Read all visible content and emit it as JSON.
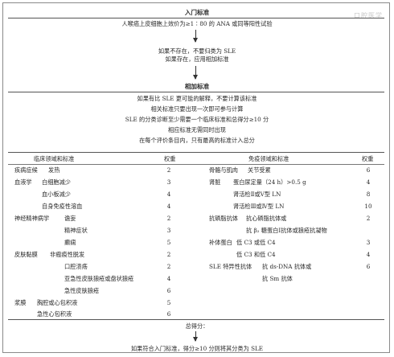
{
  "watermark": "口腔医学",
  "entry": {
    "title": "入门标准",
    "line1": "人喉癌上皮细胞上效价为≥1∶80 的 ANA 或同等阳性试验",
    "note1": "如果不存在，不要归类为 SLE",
    "note2": "如果存在，应用相加标准"
  },
  "additive": {
    "title": "相加标准",
    "lines": [
      "如果有比 SLE 更可能的解释，不要计算该标准",
      "相关标准只要出现一次即可参与计算",
      "SLE 的分类诊断至少需要一个临床标准和总得分≥10 分",
      "相应标准无需同时出现",
      "在每个评价条目内，只有最高的标准计入总分"
    ]
  },
  "table": {
    "left_header": "临床领域和标准",
    "left_weight_header": "权重",
    "right_header": "免疫领域和标准",
    "right_weight_header": "权重",
    "left_rows": [
      {
        "domain": "疾病症候",
        "item": "发热",
        "weight": "2"
      },
      {
        "domain": "血液学",
        "item": "白细胞减少",
        "weight": "3"
      },
      {
        "domain": "",
        "item": "血小板减少",
        "weight": "4"
      },
      {
        "domain": "",
        "item": "自身免疫性溶血",
        "weight": "4"
      },
      {
        "domain": "神经精神病学",
        "item": "谵妄",
        "weight": "2"
      },
      {
        "domain": "",
        "item": "精神症状",
        "weight": "3"
      },
      {
        "domain": "",
        "item": "癫痫",
        "weight": "5"
      },
      {
        "domain": "皮肤黏膜",
        "item": "非瘢痕性脱发",
        "weight": "2"
      },
      {
        "domain": "",
        "item": "口腔溃疡",
        "weight": "2"
      },
      {
        "domain": "",
        "item": "亚急性皮肤狼疮或盘状狼疮",
        "weight": "4"
      },
      {
        "domain": "",
        "item": "急性皮肤狼疮",
        "weight": "6"
      },
      {
        "domain": "浆膜",
        "item": "胸腔或心包积液",
        "weight": "5"
      },
      {
        "domain": "",
        "item": "急性心包积液",
        "weight": "6"
      }
    ],
    "right_rows": [
      {
        "domain": "骨骼与肌肉",
        "item": "关节受累",
        "weight": "6"
      },
      {
        "domain": "肾脏",
        "item": "蛋白尿定量（24 h）>0.5 g",
        "weight": "4"
      },
      {
        "domain": "",
        "item": "肾活检Ⅱ或Ⅴ型 LN",
        "weight": "8"
      },
      {
        "domain": "",
        "item": "肾活检Ⅲ或Ⅳ型 LN",
        "weight": "10"
      },
      {
        "domain": "抗磷脂抗体",
        "item": "抗心磷脂抗体或",
        "weight": "2"
      },
      {
        "domain": "",
        "item": "抗 β₂ 糖蛋白Ⅰ抗体或狼疮抗凝物",
        "weight": ""
      },
      {
        "domain": "补体蛋白",
        "item": "低 C3 或低 C4",
        "weight": "3"
      },
      {
        "domain": "",
        "item": "低 C3 和低 C4",
        "weight": "4"
      },
      {
        "domain": "SLE 特异性抗体",
        "item": "抗 ds-DNA 抗体或",
        "weight": "6"
      },
      {
        "domain": "",
        "item": "抗 Sm 抗体",
        "weight": ""
      }
    ]
  },
  "total": {
    "label": "总得分：",
    "conclusion": "如果符合入门标准，得分≥10 分则将其分类为 SLE"
  }
}
